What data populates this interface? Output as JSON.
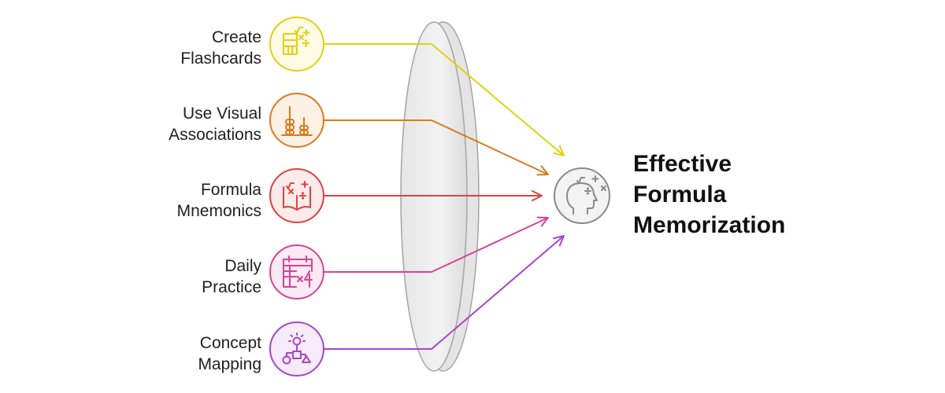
{
  "items": [
    {
      "line1": "Create",
      "line2": "Flashcards",
      "color": "#e3cf14",
      "fill": "#fdfbe3",
      "icon": "flashcards-icon"
    },
    {
      "line1": "Use Visual",
      "line2": "Associations",
      "color": "#dd7a1e",
      "fill": "#fdf1e6",
      "icon": "abacus-icon"
    },
    {
      "line1": "Formula",
      "line2": "Mnemonics",
      "color": "#d8453f",
      "fill": "#fcebea",
      "icon": "math-book-icon"
    },
    {
      "line1": "Daily",
      "line2": "Practice",
      "color": "#d6439b",
      "fill": "#fbe9f3",
      "icon": "calendar-times-four-icon"
    },
    {
      "line1": "Concept",
      "line2": "Mapping",
      "color": "#a646c9",
      "fill": "#f6ebfa",
      "icon": "concept-map-icon"
    }
  ],
  "result": {
    "line1": "Effective",
    "line2": "Formula",
    "line3": "Memorization",
    "color": "#8a8a8a",
    "icon": "head-math-icon"
  },
  "lens": {
    "color": "#9b9b9b",
    "fill": "#ededed"
  }
}
